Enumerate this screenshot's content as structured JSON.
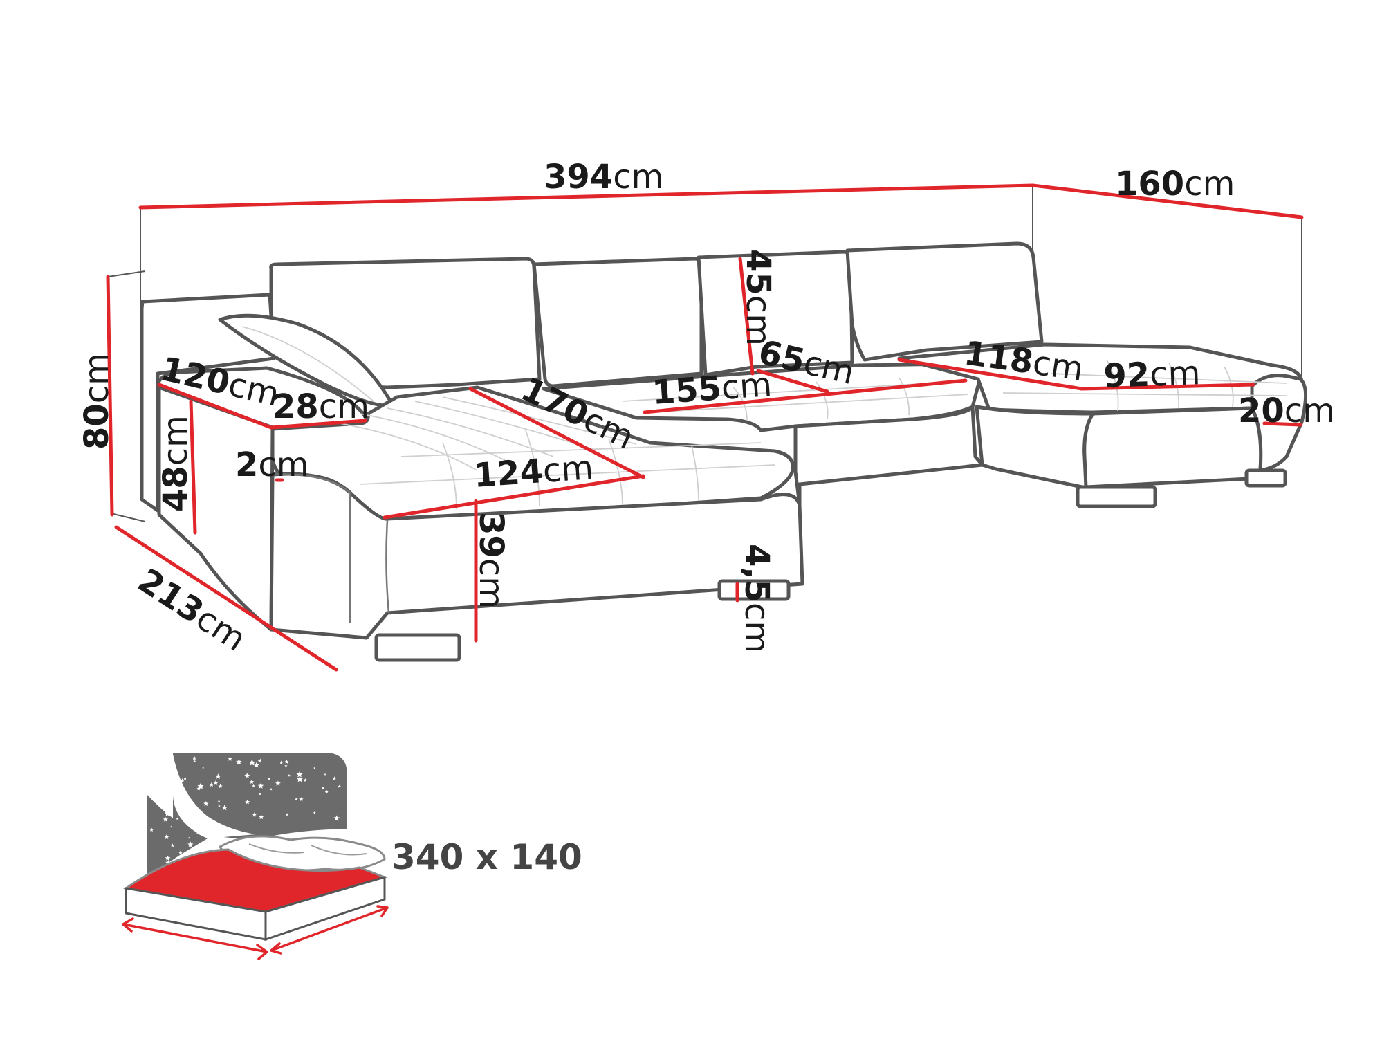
{
  "colors": {
    "dimension_line": "#e0262b",
    "outline": "#555555",
    "night_sky": "#6b6b6b",
    "mattress": "#e0262b"
  },
  "dimensions": {
    "total_width": {
      "num": "394",
      "unit": "cm"
    },
    "right_depth": {
      "num": "160",
      "unit": "cm"
    },
    "height": {
      "num": "80",
      "unit": "cm"
    },
    "left_depth": {
      "num": "213",
      "unit": "cm"
    },
    "back_height": {
      "num": "45",
      "unit": "cm"
    },
    "back_depth": {
      "num": "65",
      "unit": "cm"
    },
    "left_chaise_width": {
      "num": "120",
      "unit": "cm"
    },
    "armrest_width": {
      "num": "28",
      "unit": "cm"
    },
    "armrest_gap": {
      "num": "2",
      "unit": "cm"
    },
    "armrest_height": {
      "num": "48",
      "unit": "cm"
    },
    "left_seat_length": {
      "num": "170",
      "unit": "cm"
    },
    "left_seat_width": {
      "num": "124",
      "unit": "cm"
    },
    "seat_height": {
      "num": "39",
      "unit": "cm"
    },
    "leg_height": {
      "num": "4,5",
      "unit": "cm"
    },
    "middle_seat_width": {
      "num": "155",
      "unit": "cm"
    },
    "right_chaise_length": {
      "num": "118",
      "unit": "cm"
    },
    "right_chaise_width": {
      "num": "92",
      "unit": "cm"
    },
    "right_arm_width": {
      "num": "20",
      "unit": "cm"
    }
  },
  "sleeping_area": {
    "icon": "bed-night-icon",
    "label": "340 x 140"
  }
}
